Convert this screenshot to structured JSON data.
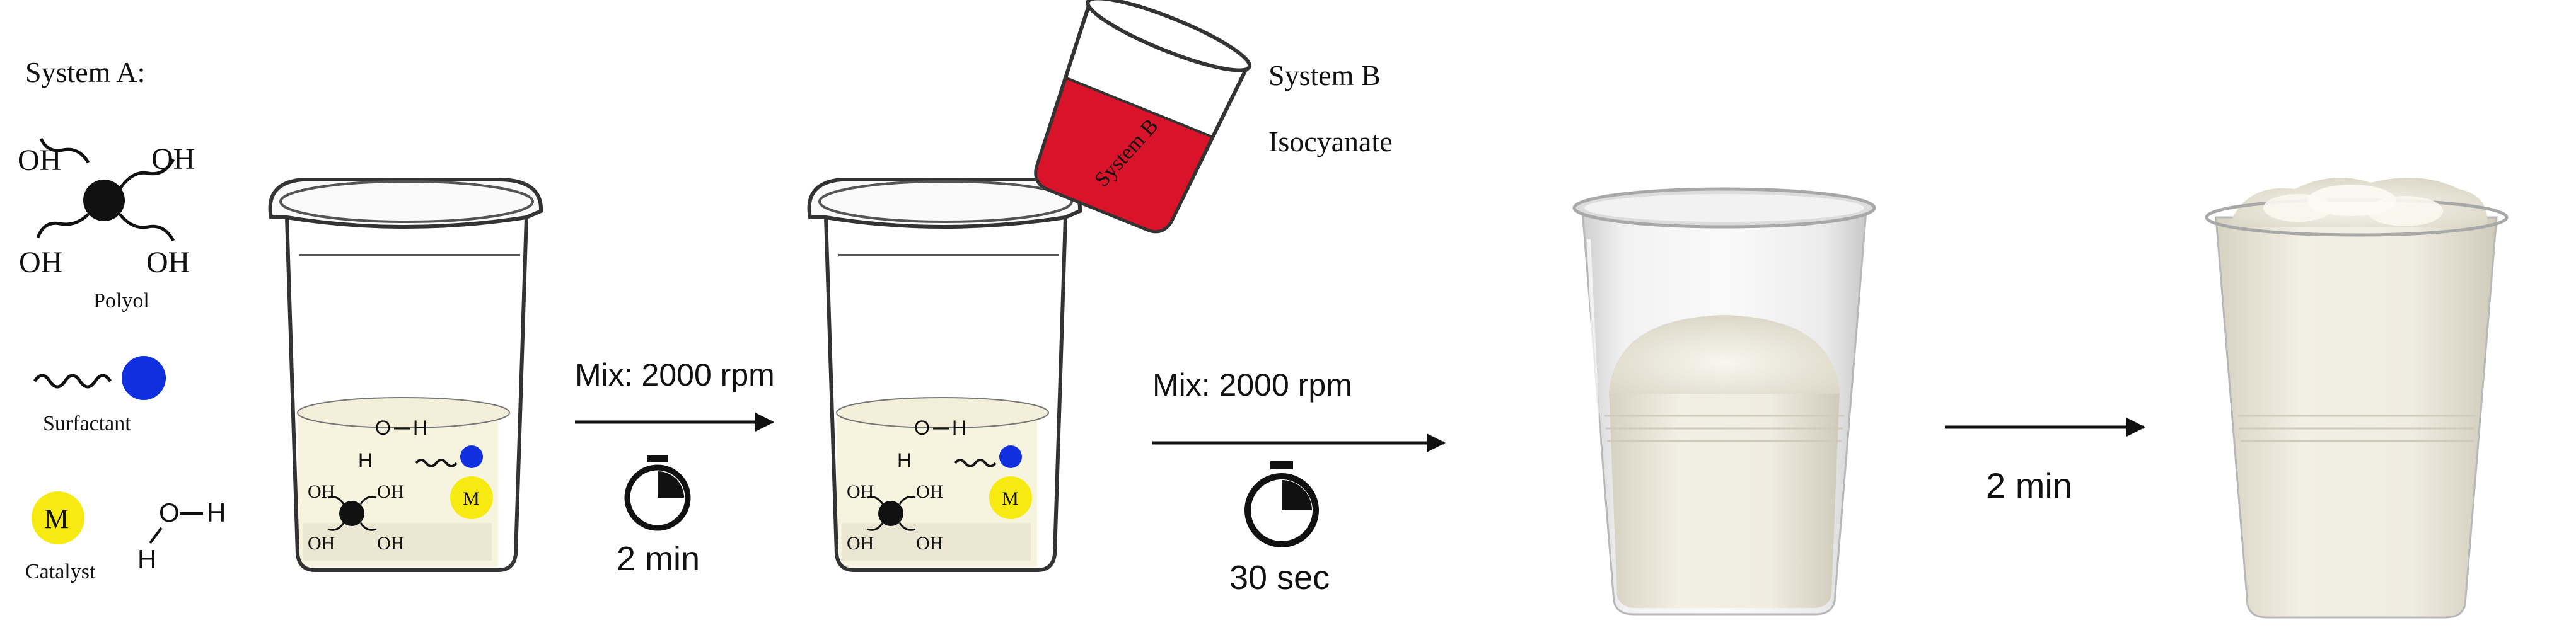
{
  "system_a": {
    "title": "System A:",
    "oh": "OH",
    "polyol_label": "Polyol",
    "surfactant_label": "Surfactant",
    "catalyst_letter": "M",
    "catalyst_label": "Catalyst",
    "water_o": "O",
    "water_h": "H"
  },
  "system_b": {
    "title": "System B",
    "isocyanate_label": "Isocyanate",
    "container_label": "System B",
    "color": "#d8132a"
  },
  "steps": {
    "mix1_label": "Mix: 2000 rpm",
    "mix1_time": "2 min",
    "mix2_label": "Mix: 2000 rpm",
    "mix2_time": "30 sec",
    "rise_time": "2 min"
  },
  "colors": {
    "surfactant": "#1030e0",
    "catalyst": "#f7ea10",
    "liquid": "#f6f3df",
    "foam": "#eeebde"
  }
}
